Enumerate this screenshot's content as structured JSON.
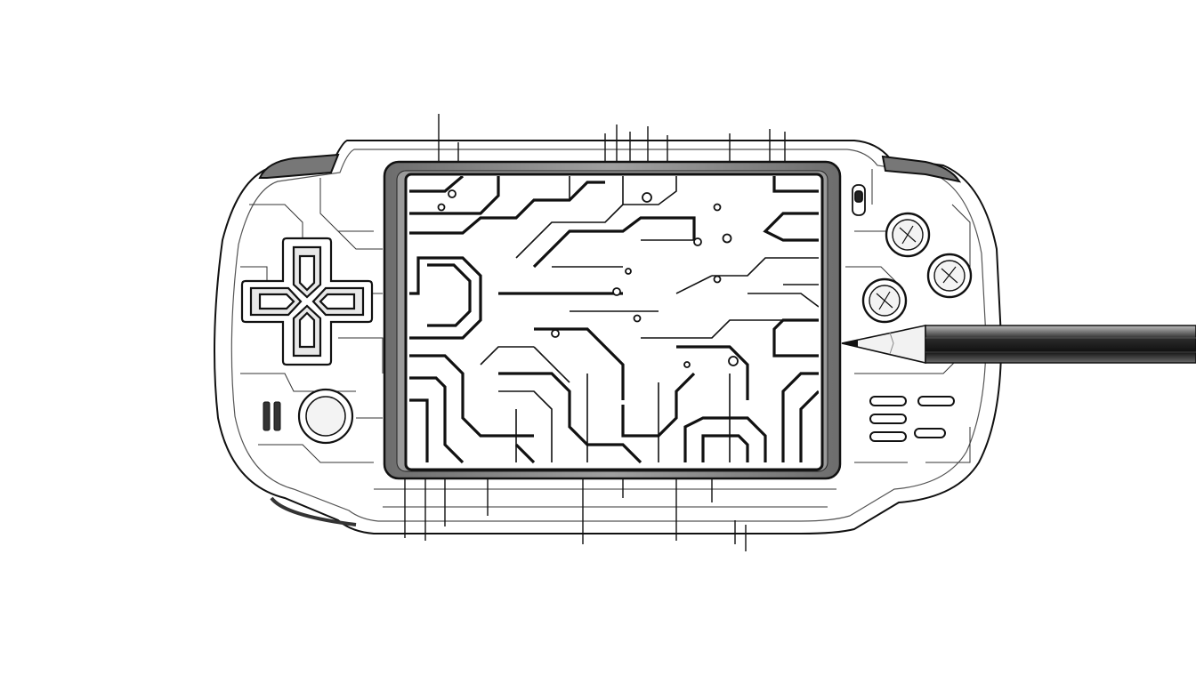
{
  "scene": {
    "subject": "handheld-console-sketch",
    "style": "monochrome line drawing",
    "colors": {
      "background": "#ffffff",
      "ink": "#111111",
      "light_ink": "#555555",
      "screen_bezel": "#8a8a8a",
      "pencil_shaft": "#2a2a2a"
    }
  },
  "device": {
    "controls": {
      "dpad_icon": "dpad-icon",
      "analog_stick_icon": "analog-stick-icon",
      "face_buttons_count": 3,
      "menu_buttons_count": 5
    }
  },
  "tool": {
    "icon": "pencil-icon"
  }
}
